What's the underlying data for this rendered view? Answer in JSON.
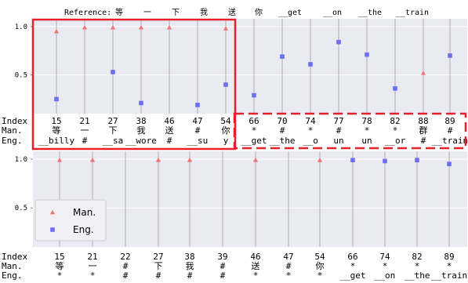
{
  "reference": {
    "label": "Reference:",
    "tokens": [
      "等",
      "一",
      "下",
      "我",
      "送",
      "你",
      "__get",
      "__on",
      "__the",
      "__train"
    ]
  },
  "colors": {
    "plot_bg": "#eaeaf2",
    "grid": "#ffffff",
    "vline": "#a0a0a0",
    "man_series": "#f07070",
    "eng_series": "#6e6ef2",
    "highlight_box": "#e8202a"
  },
  "row_labels": [
    "Index",
    "Man.",
    "Eng."
  ],
  "chart_data": [
    {
      "type": "scatter",
      "ylim": [
        0.1,
        1.08
      ],
      "yticks": [
        0.5,
        1.0
      ],
      "ytick_labels": [
        "0.5",
        "1.0"
      ],
      "grid": true,
      "index": [
        "15",
        "21",
        "27",
        "38",
        "46",
        "47",
        "54",
        "66",
        "70",
        "74",
        "77",
        "78",
        "82",
        "88",
        "89"
      ],
      "man_tokens": [
        "等",
        "一",
        "下",
        "我",
        "送",
        "#",
        "你",
        "*",
        "#",
        "*",
        "#",
        "*",
        "*",
        "群",
        "#"
      ],
      "eng_tokens": [
        "__billy",
        "#",
        "__sa",
        "__wore",
        "#",
        "__su",
        "y",
        "__get",
        "__the",
        "__o",
        "un",
        "un",
        "__or",
        "#",
        "__train"
      ],
      "series": [
        {
          "marker": "triangle",
          "x": [
            "15",
            "21",
            "27",
            "38",
            "46",
            "54",
            "88"
          ],
          "values": [
            0.95,
            0.99,
            0.99,
            0.99,
            0.99,
            0.98,
            0.52
          ]
        },
        {
          "marker": "square",
          "x": [
            "15",
            "27",
            "38",
            "47",
            "54",
            "66",
            "70",
            "74",
            "77",
            "78",
            "82",
            "89"
          ],
          "values": [
            0.25,
            0.53,
            0.21,
            0.19,
            0.4,
            0.29,
            0.69,
            0.61,
            0.84,
            0.71,
            0.36,
            0.7
          ]
        }
      ],
      "highlight": {
        "solid_box_from": "15",
        "solid_box_to": "54",
        "dashed_box_from": "66",
        "dashed_box_to": "89"
      }
    },
    {
      "type": "scatter",
      "ylim": [
        0.1,
        1.08
      ],
      "yticks": [
        0.5,
        1.0
      ],
      "ytick_labels": [
        "0.5",
        "1.0"
      ],
      "grid": true,
      "index": [
        "15",
        "21",
        "22",
        "27",
        "38",
        "39",
        "46",
        "47",
        "54",
        "66",
        "74",
        "82",
        "89"
      ],
      "man_tokens": [
        "等",
        "一",
        "#",
        "下",
        "我",
        "#",
        "送",
        "#",
        "你",
        "*",
        "*",
        "*",
        "*"
      ],
      "eng_tokens": [
        "*",
        "*",
        "#",
        "#",
        "#",
        "#",
        "*",
        "*",
        "*",
        "__get",
        "__on",
        "__the",
        "__train"
      ],
      "legend": {
        "position": "lower-left",
        "entries": [
          "Man.",
          "Eng."
        ]
      },
      "series": [
        {
          "name": "Man.",
          "marker": "triangle",
          "x": [
            "15",
            "21",
            "27",
            "38",
            "46",
            "54"
          ],
          "values": [
            0.99,
            0.99,
            0.99,
            0.99,
            0.99,
            0.99
          ]
        },
        {
          "name": "Eng.",
          "marker": "square",
          "x": [
            "66",
            "74",
            "82",
            "89"
          ],
          "values": [
            0.99,
            0.98,
            0.99,
            0.95
          ]
        }
      ]
    }
  ]
}
